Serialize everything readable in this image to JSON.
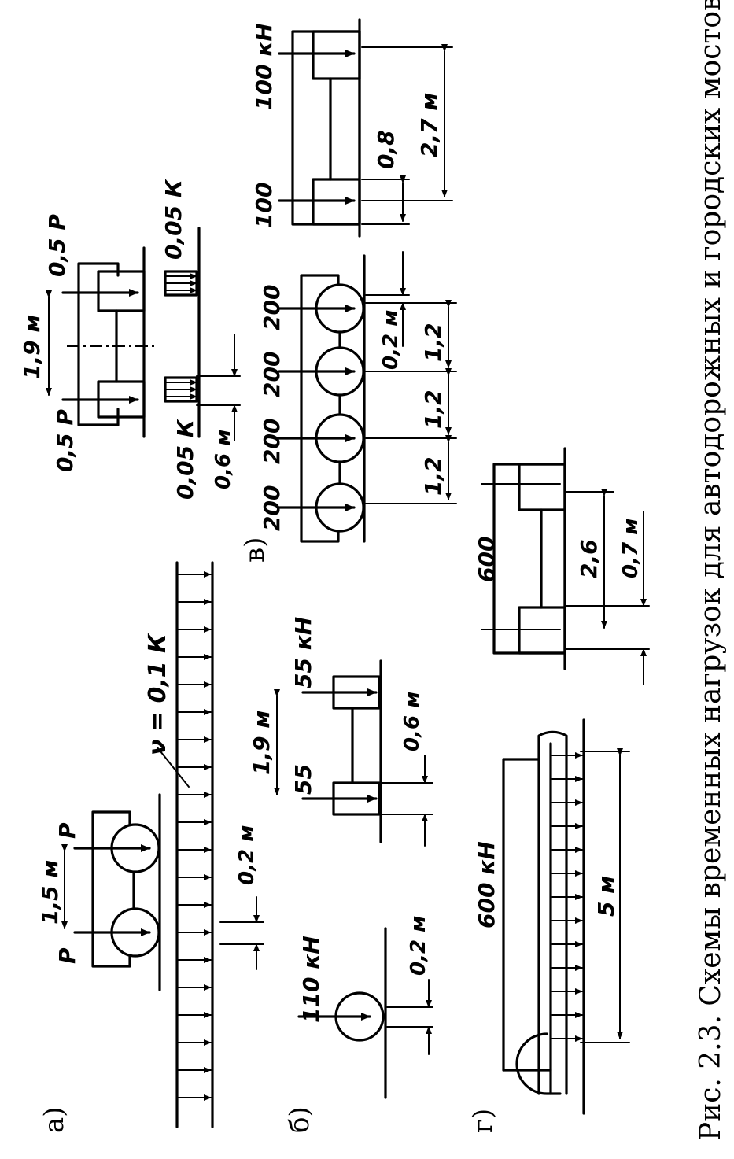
{
  "caption": "Рис. 2.3. Схемы временных нагрузок для автодорожных и городских мостов",
  "panel_labels": [
    "а)",
    "б)",
    "в)",
    "г)"
  ],
  "panel_a": {
    "load_left": "Р",
    "load_right": "Р",
    "axle_spacing": "1,5 м",
    "distributed_load": "ν = 0,1 К",
    "wheel_width": "0,2 м"
  },
  "panel_a_right": {
    "axle_spacing": "1,9 м",
    "wheel_load_left": "0,5 Р",
    "wheel_load_right": "0,5 Р",
    "strip_load_left": "0,05 К",
    "strip_load_right": "0,05 К",
    "strip_width": "0,6 м"
  },
  "panel_b": {
    "single_wheel_load": "110 кН",
    "single_wheel_width": "0,2 м",
    "load_left": "55",
    "load_right": "55 кН",
    "axle_spacing": "1,9 м",
    "wheel_width": "0,6 м"
  },
  "panel_v_wheels": {
    "loads": [
      "200",
      "200",
      "200",
      "200"
    ],
    "spacings": [
      "1,2",
      "1,2",
      "1,2"
    ],
    "wheel_width": "0,2 м"
  },
  "panel_v_track": {
    "load_left": "100",
    "load_right": "100 кН",
    "track_width": "0,8",
    "axle_spacing": "2,7 м"
  },
  "panel_g": {
    "crawler_load": "600 кН",
    "crawler_length": "5 м",
    "track_load": "600",
    "axle_spacing": "2,6",
    "track_width": "0,7 м"
  }
}
